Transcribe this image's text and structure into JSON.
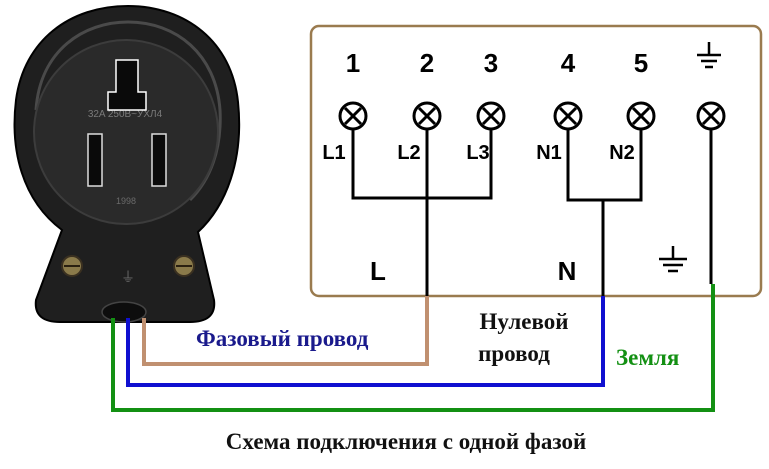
{
  "socket": {
    "rating_text": "32A 250В~УХЛ4",
    "year_text": "1998",
    "body_color": "#1f1f1f"
  },
  "terminal_block": {
    "terminals": [
      {
        "number": "1",
        "label": "L1"
      },
      {
        "number": "2",
        "label": "L2"
      },
      {
        "number": "3",
        "label": "L3"
      },
      {
        "number": "4",
        "label": "N1"
      },
      {
        "number": "5",
        "label": "N2"
      },
      {
        "number": "",
        "label": "",
        "icon": "ground-icon"
      }
    ],
    "bus_labels": {
      "phase": "L",
      "neutral": "N"
    },
    "ground_icon": "ground-icon",
    "border_color": "#9a7b4f"
  },
  "wires": {
    "phase": {
      "label": "Фазовый провод",
      "color": "#c09070",
      "label_color": "#1a1a8c"
    },
    "neutral": {
      "label_line1": "Нулевой",
      "label_line2": "провод",
      "color": "#1010d0",
      "label_color": "#111111"
    },
    "ground": {
      "label": "Земля",
      "color": "#139013",
      "label_color": "#139013"
    }
  },
  "caption": "Схема подключения с одной фазой"
}
